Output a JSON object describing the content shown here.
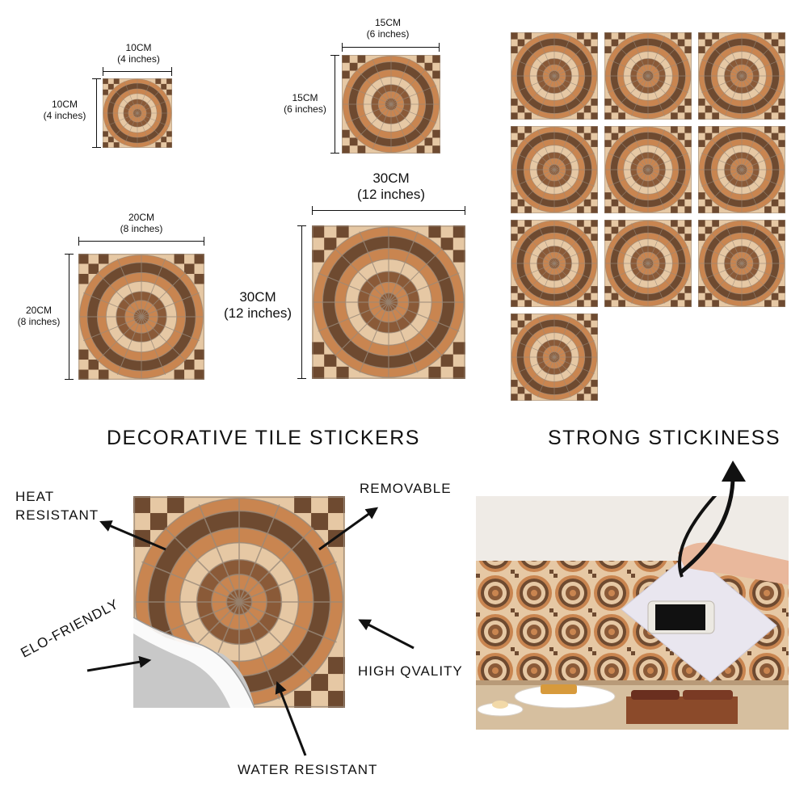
{
  "sizes": {
    "s10": {
      "w_cm": "10CM",
      "w_in": "(4 inches)",
      "h_cm": "10CM",
      "h_in": "(4 inches)"
    },
    "s15": {
      "w_cm": "15CM",
      "w_in": "(6 inches)",
      "h_cm": "15CM",
      "h_in": "(6 inches)"
    },
    "s20": {
      "w_cm": "20CM",
      "w_in": "(8 inches)",
      "h_cm": "20CM",
      "h_in": "(8 inches)"
    },
    "s30": {
      "w_cm": "30CM",
      "w_in": "(12 inches)",
      "h_cm": "30CM",
      "h_in": "(12 inches)"
    }
  },
  "headings": {
    "left": "DECORATIVE TILE STICKERS",
    "right": "STRONG STICKINESS"
  },
  "features": {
    "heat_line1": "HEAT",
    "heat_line2": "RESISTANT",
    "removable": "REMOVABLE",
    "eco": "ELO-FRIENDLY",
    "quality": "HIGH QVALITY",
    "water": "WATER RESISTANT"
  },
  "pack_count": 10,
  "colors": {
    "dark_brown": "#6e4a30",
    "orange": "#c98550",
    "cream": "#e6c8a4",
    "mid_brown": "#8a5a38",
    "grout": "#9a8a7a"
  }
}
